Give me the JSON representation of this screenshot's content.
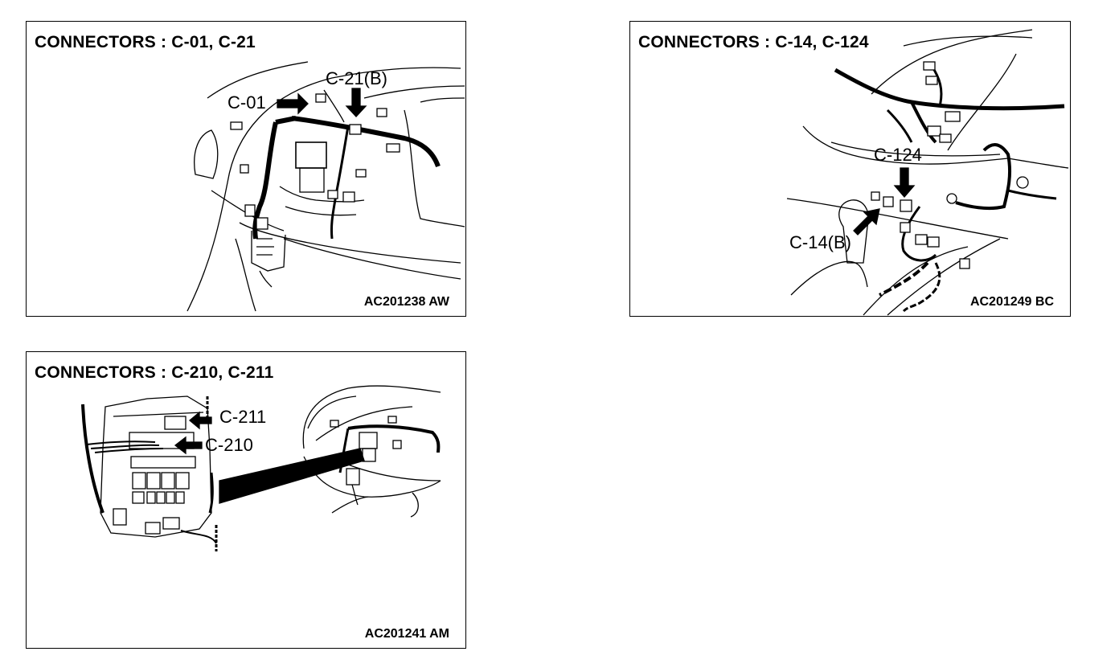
{
  "panels": [
    {
      "title": "CONNECTORS : C-01, C-21",
      "code": "AC201238  AW",
      "callouts": [
        "C-01",
        "C-21(B)"
      ]
    },
    {
      "title": "CONNECTORS : C-14, C-124",
      "code": "AC201249 BC",
      "callouts": [
        "C-124",
        "C-14(B)"
      ]
    },
    {
      "title": "CONNECTORS : C-210, C-211",
      "code": "AC201241 AM",
      "callouts": [
        "C-211",
        "C-210"
      ]
    }
  ]
}
